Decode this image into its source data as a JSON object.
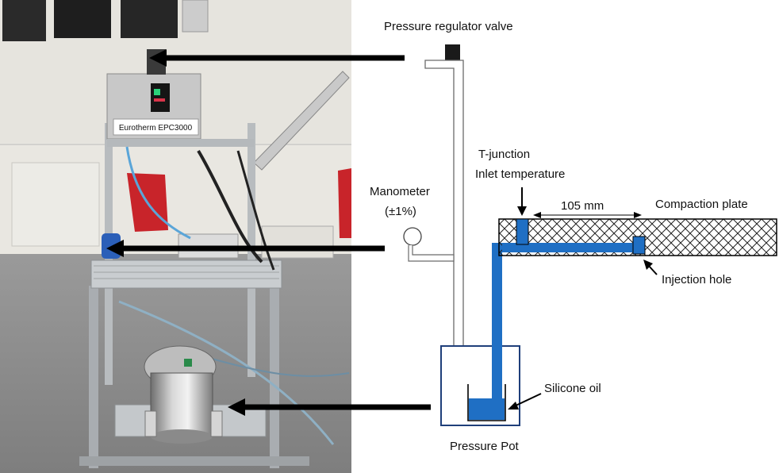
{
  "photo": {
    "controller_label": "Eurotherm EPC3000"
  },
  "labels": {
    "pressure_regulator_valve": "Pressure regulator valve",
    "manometer_line1": "Manometer",
    "manometer_line2": "(±1%)",
    "t_junction_line1": "T-junction",
    "t_junction_line2": "Inlet temperature",
    "distance": "105 mm",
    "compaction_plate": "Compaction plate",
    "injection_hole": "Injection hole",
    "silicone_oil": "Silicone oil",
    "pressure_pot": "Pressure Pot"
  },
  "colors": {
    "oil_blue": "#1f6fc4",
    "pot_outline": "#1f3f7a",
    "arrow_black": "#000000"
  }
}
